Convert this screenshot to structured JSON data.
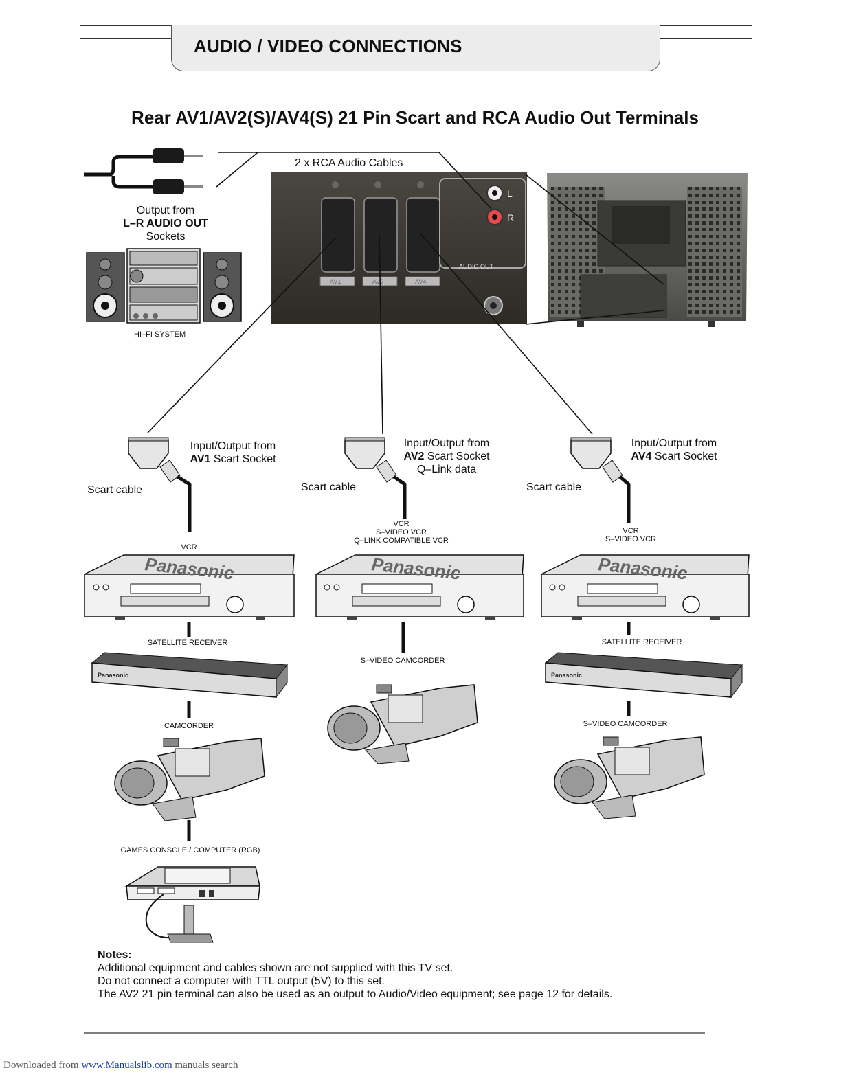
{
  "header": {
    "title": "AUDIO / VIDEO CONNECTIONS"
  },
  "subtitle": "Rear AV1/AV2(S)/AV4(S) 21 Pin Scart and RCA Audio Out Terminals",
  "audio": {
    "cables_label": "2 x RCA  Audio Cables",
    "output_line1": "Output from",
    "output_line2": "L–R AUDIO OUT",
    "output_line3": "Sockets",
    "hifi_label": "HI–FI  SYSTEM"
  },
  "panel": {
    "socket_labels": [
      "AV1",
      "AV2",
      "AV4"
    ],
    "audio_out": "AUDIO OUT",
    "l": "L",
    "r": "R"
  },
  "av1": {
    "io_line1": "Input/Output from",
    "io_bold": "AV1",
    "io_rest": " Scart Socket",
    "scart_cable": "Scart cable",
    "vcr_label": "VCR",
    "sat_label": "SATELLITE RECEIVER",
    "cam_label": "CAMCORDER",
    "games_label": "GAMES CONSOLE / COMPUTER (RGB)"
  },
  "av2": {
    "io_line1": "Input/Output from",
    "io_bold": "AV2",
    "io_rest": " Scart Socket",
    "io_line3": "Q–Link data",
    "scart_cable": "Scart cable",
    "vcr_line1": "VCR",
    "vcr_line2": "S–VIDEO VCR",
    "vcr_line3": "Q–LINK COMPATIBLE VCR",
    "cam_label": "S–VIDEO CAMCORDER"
  },
  "av4": {
    "io_line1": "Input/Output from",
    "io_bold": "AV4",
    "io_rest": " Scart Socket",
    "scart_cable": "Scart cable",
    "vcr_line1": "VCR",
    "vcr_line2": "S–VIDEO VCR",
    "sat_label": "SATELLITE RECEIVER",
    "cam_label": "S–VIDEO CAMCORDER"
  },
  "brand_text": "Panasonic",
  "notes": {
    "heading": "Notes:",
    "line1": "Additional equipment and cables shown are not supplied with this TV set.",
    "line2": "Do not connect a computer with TTL output (5V) to this set.",
    "line3": "The AV2 21 pin terminal can also be used as an output to Audio/Video equipment; see page 12 for details."
  },
  "footer": {
    "prefix": "Downloaded from ",
    "link": "www.Manualslib.com",
    "suffix": "  manuals search"
  }
}
